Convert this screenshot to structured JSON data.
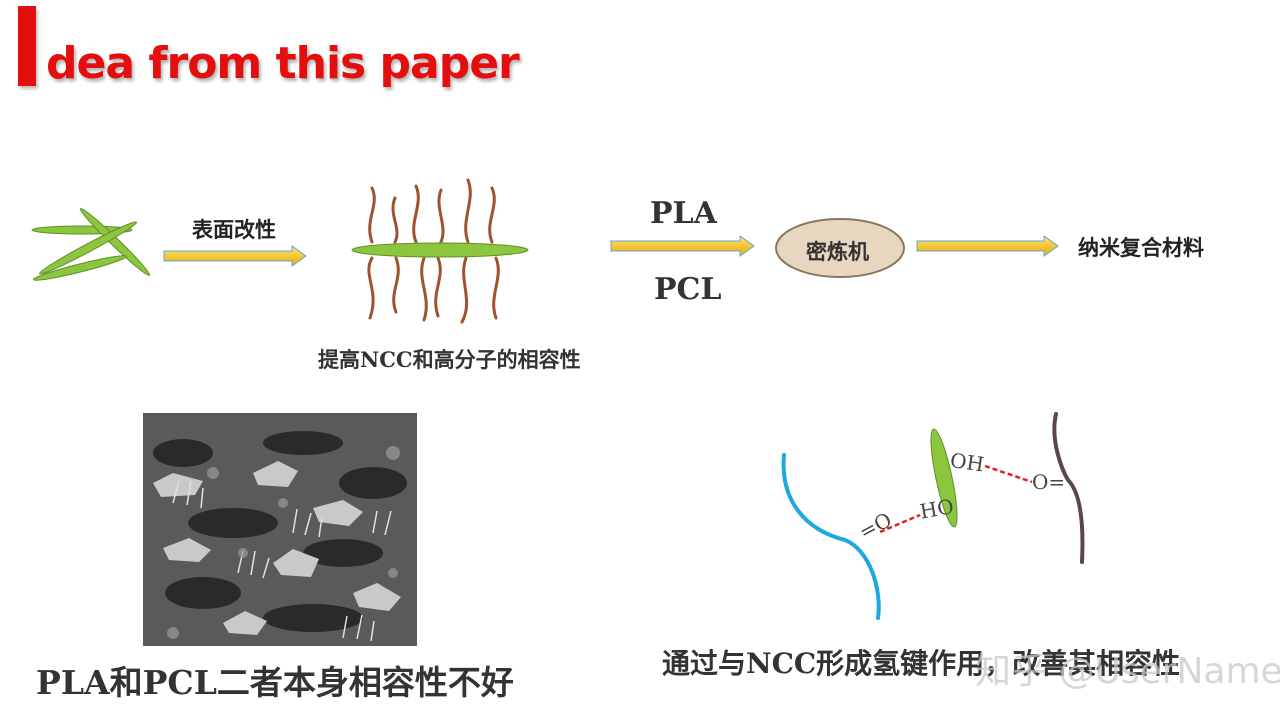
{
  "title": {
    "initial": "I",
    "rest": "dea from this paper"
  },
  "flow": {
    "step1_label": "表面改性",
    "pla_label": "PLA",
    "pcl_label": "PCL",
    "mixer_label": "密炼机",
    "result_label": "纳米复合材料",
    "compat_caption": "提高NCC和高分子的相容性"
  },
  "bottom": {
    "sem_caption": "PLA和PCL二者本身相容性不好",
    "hbond_caption": "通过与NCC形成氢键作用，改善其相容性",
    "atom_o_left": "=O",
    "atom_ho": "HO",
    "atom_oh": "OH",
    "atom_o_right": "O="
  },
  "watermark": "知乎 @UserName",
  "colors": {
    "title_red": "#e40e0e",
    "arrow_yellow": "#f5c518",
    "rod_green": "#8cc63f",
    "chain_brown": "#a0522d",
    "mixer_fill": "#e8d6c0",
    "pla_chain_blue": "#1ea7e0",
    "pcl_chain_dark": "#5b4650",
    "hbond_red": "#e02020"
  }
}
